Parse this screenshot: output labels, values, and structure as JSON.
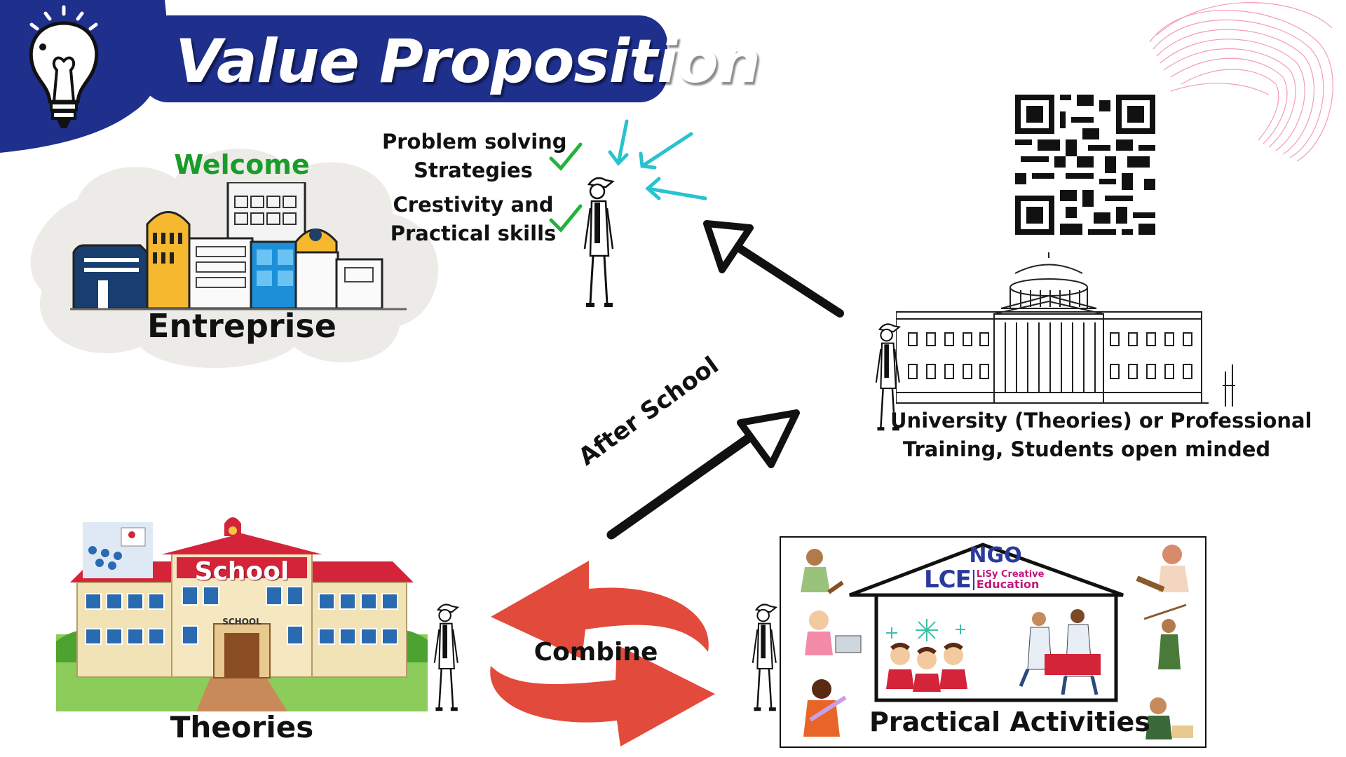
{
  "header": {
    "title": "Value Proposition"
  },
  "enterprise": {
    "welcome": "Welcome",
    "label": "Entreprise"
  },
  "benefits": {
    "line1": "Problem solving",
    "line2": "Strategies",
    "line3": "Crestivity and",
    "line4": "Practical skills"
  },
  "university": {
    "line1": "University (Theories) or Professional",
    "line2": "Training, Students open minded"
  },
  "arrows": {
    "after_school": "After School",
    "combine": "Combine"
  },
  "school": {
    "sign": "School",
    "small_sign": "SCHOOL",
    "label": "Theories"
  },
  "ngo": {
    "name": "NGO",
    "logo_left": "LCE",
    "logo_right_top": "LiSy Creative",
    "logo_right_bottom": "Education",
    "label": "Practical Activities"
  },
  "colors": {
    "navy": "#1e2f8c",
    "green_text": "#1a9c2a",
    "check": "#22b33a",
    "teal": "#27c3cf",
    "red_arrow": "#e24b3b",
    "welcome_cloud": "#ecebe7"
  }
}
